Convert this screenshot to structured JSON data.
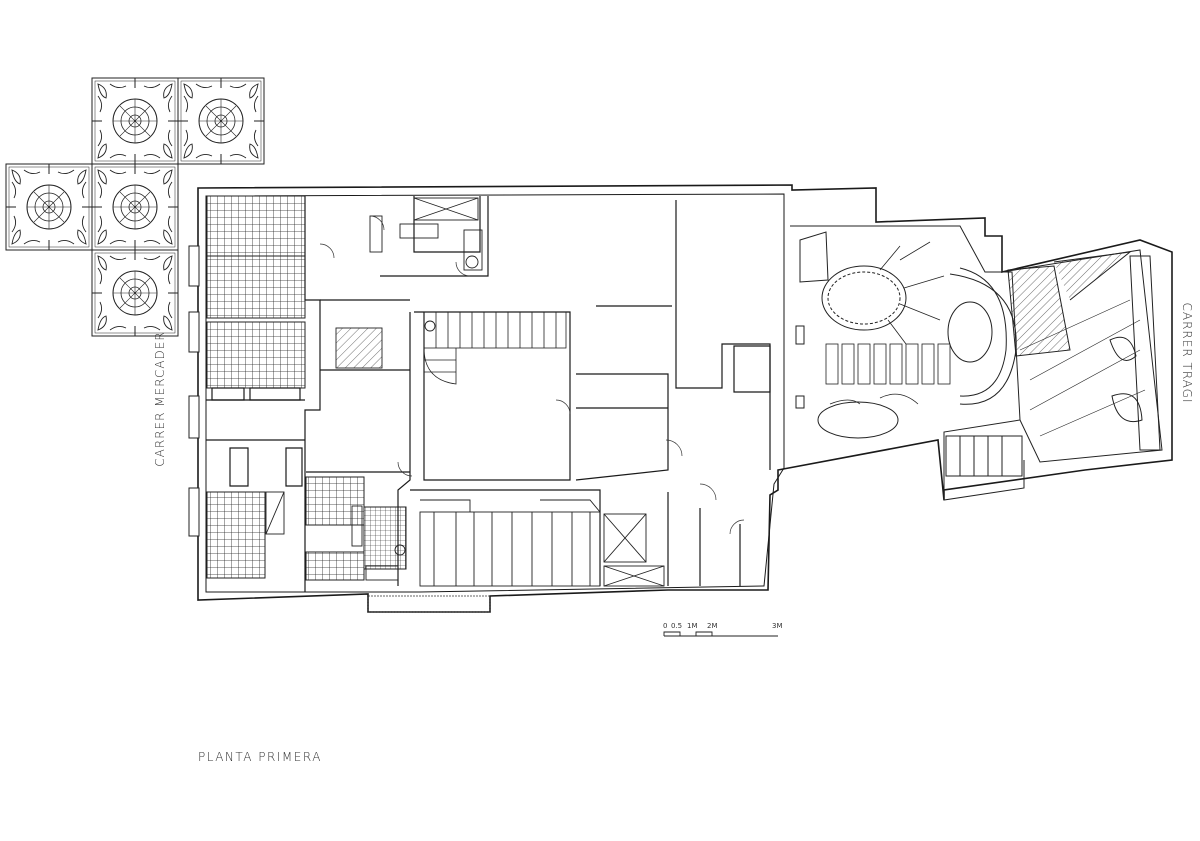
{
  "plan": {
    "title": "PLANTA PRIMERA",
    "streets": {
      "left": "CARRER MERCADER",
      "right": "CARRER TRAGI"
    },
    "scale_bar": {
      "labels": [
        "0",
        "0.5",
        "1M",
        "2M",
        "3M"
      ]
    },
    "colors": {
      "line": "#1a1a1a",
      "background": "#ffffff"
    }
  }
}
